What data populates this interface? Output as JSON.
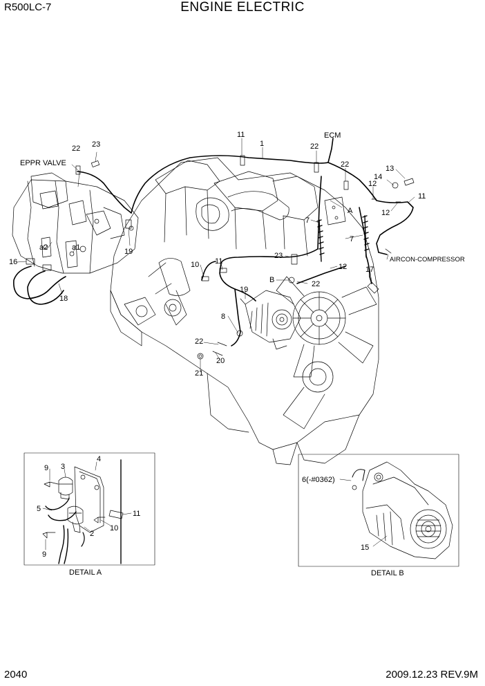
{
  "header": {
    "model": "R500LC-7",
    "title": "ENGINE ELECTRIC"
  },
  "footer": {
    "page": "2040",
    "date_rev": "2009.12.23  REV.9M"
  },
  "callouts": {
    "eppr": "EPPR VALVE",
    "ecm": "ECM",
    "aircon": "AIRCON-COMPRESSOR",
    "a1": "a1",
    "a2": "a2",
    "A": "A",
    "B": "B",
    "n1": "1",
    "n7a": "7",
    "n7b": "7",
    "n8": "8",
    "n10": "10",
    "n11a": "11",
    "n11b": "11",
    "n11c": "11",
    "n12a": "12",
    "n12b": "12",
    "n12c": "12",
    "n13": "13",
    "n14": "14",
    "n16": "16",
    "n17": "17",
    "n18": "18",
    "n19a": "19",
    "n19b": "19",
    "n20": "20",
    "n21": "21",
    "n22a": "22",
    "n22b": "22",
    "n22c": "22",
    "n22d": "22",
    "n22e": "22",
    "n23a": "23",
    "n23b": "23"
  },
  "detail_a": {
    "caption": "DETAIL A",
    "n2": "2",
    "n3": "3",
    "n4": "4",
    "n5": "5",
    "n9a": "9",
    "n9b": "9",
    "n10": "10",
    "n11": "11"
  },
  "detail_b": {
    "caption": "DETAIL B",
    "n6": "6(-#0362)",
    "n15": "15"
  }
}
